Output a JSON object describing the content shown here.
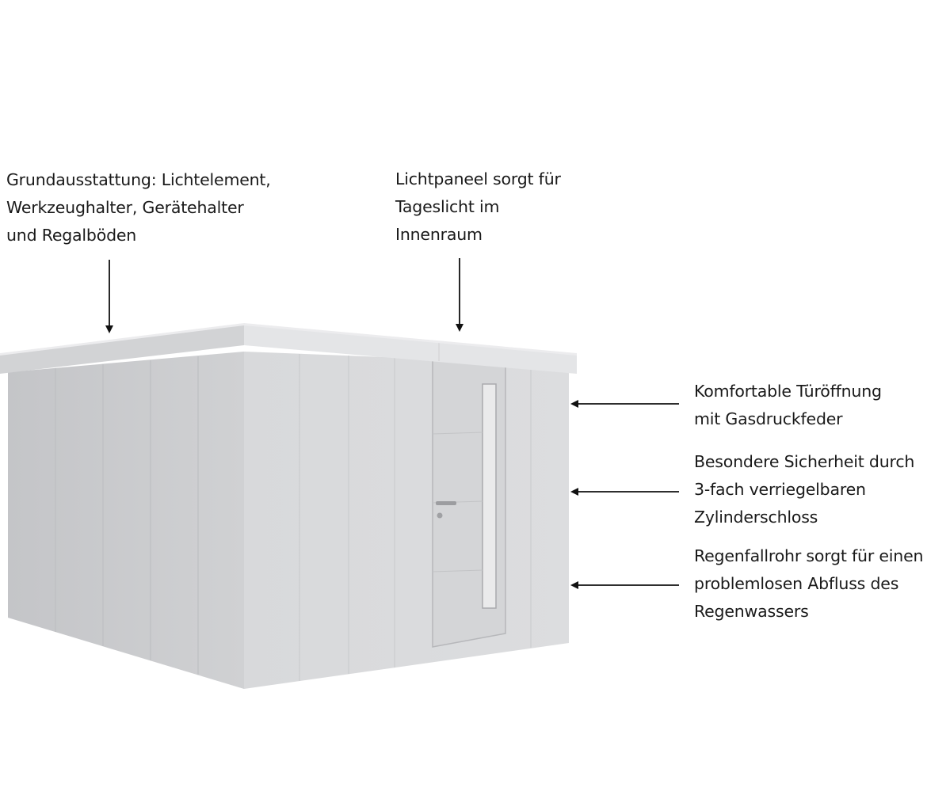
{
  "annotations": [
    {
      "id": "equipment",
      "lines": [
        "Grundausstattung: Lichtelement,",
        "Werkzeughalter, Gerätehalter",
        "und Regalböden"
      ]
    },
    {
      "id": "light",
      "lines": [
        "Lichtpaneel sorgt für",
        "Tageslicht im",
        "Innenraum"
      ]
    },
    {
      "id": "door",
      "lines": [
        "Komfortable Türöffnung",
        "mit Gasdruckfeder"
      ]
    },
    {
      "id": "security",
      "lines": [
        "Besondere Sicherheit durch",
        "3-fach verriegelbaren",
        "Zylinderschloss"
      ]
    },
    {
      "id": "drain",
      "lines": [
        "Regenfallrohr sorgt für einen",
        "problemlosen Abfluss des",
        "Regenwassers"
      ]
    }
  ],
  "colors": {
    "shed_front": "#c9cacc",
    "shed_side": "#d6d7d9",
    "roof": "#dedfe1",
    "arrow": "#111111"
  }
}
